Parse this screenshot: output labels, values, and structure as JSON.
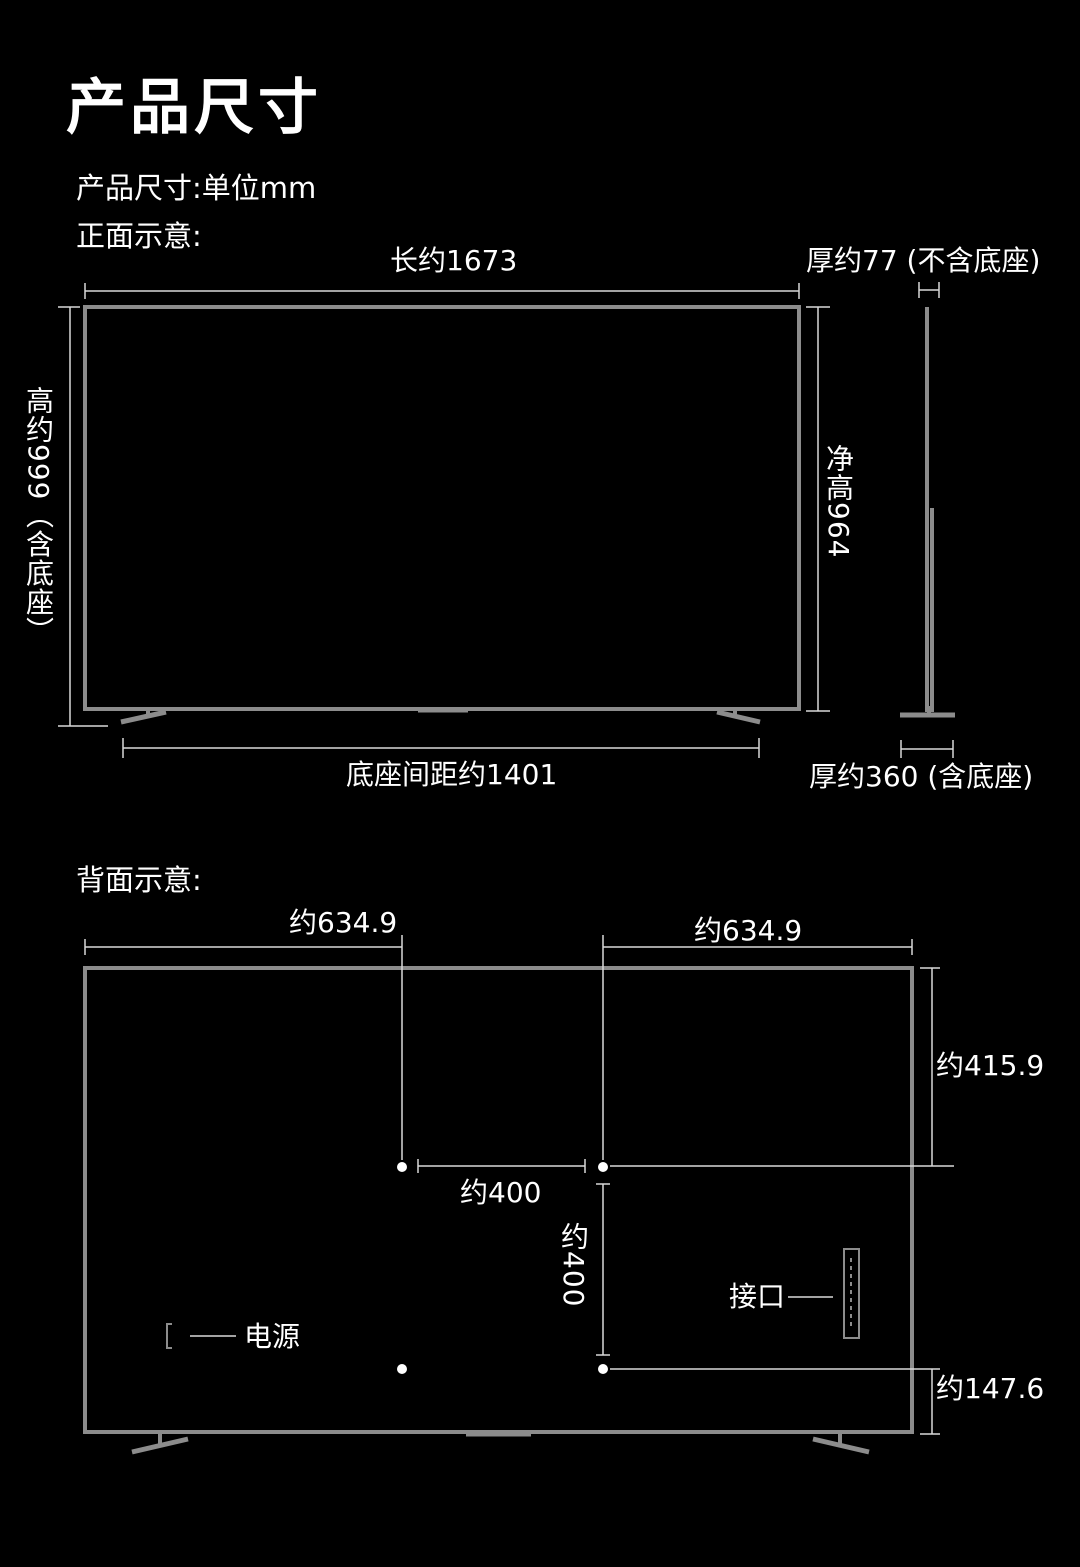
{
  "title": "产品尺寸",
  "unit_note": "产品尺寸:单位mm",
  "front": {
    "label": "正面示意:",
    "width": "长约1673",
    "depth_no_stand": "厚约77 (不含底座)",
    "height_with_stand": "高约999（含底座）",
    "net_height": "净高964",
    "stand_distance": "底座间距约1401",
    "depth_with_stand": "厚约360 (含底座)"
  },
  "back": {
    "label": "背面示意:",
    "left_offset": "约634.9",
    "right_offset": "约634.9",
    "top_offset": "约415.9",
    "horizontal_hole_spacing": "约400",
    "vertical_hole_spacing": "约400",
    "bottom_offset": "约147.6",
    "port_label": "接口",
    "power_label": "电源"
  },
  "colors": {
    "frame": "#8c8c8c",
    "dimension_line": "#d9d9d9",
    "text": "#ffffff",
    "background": "#000000"
  }
}
